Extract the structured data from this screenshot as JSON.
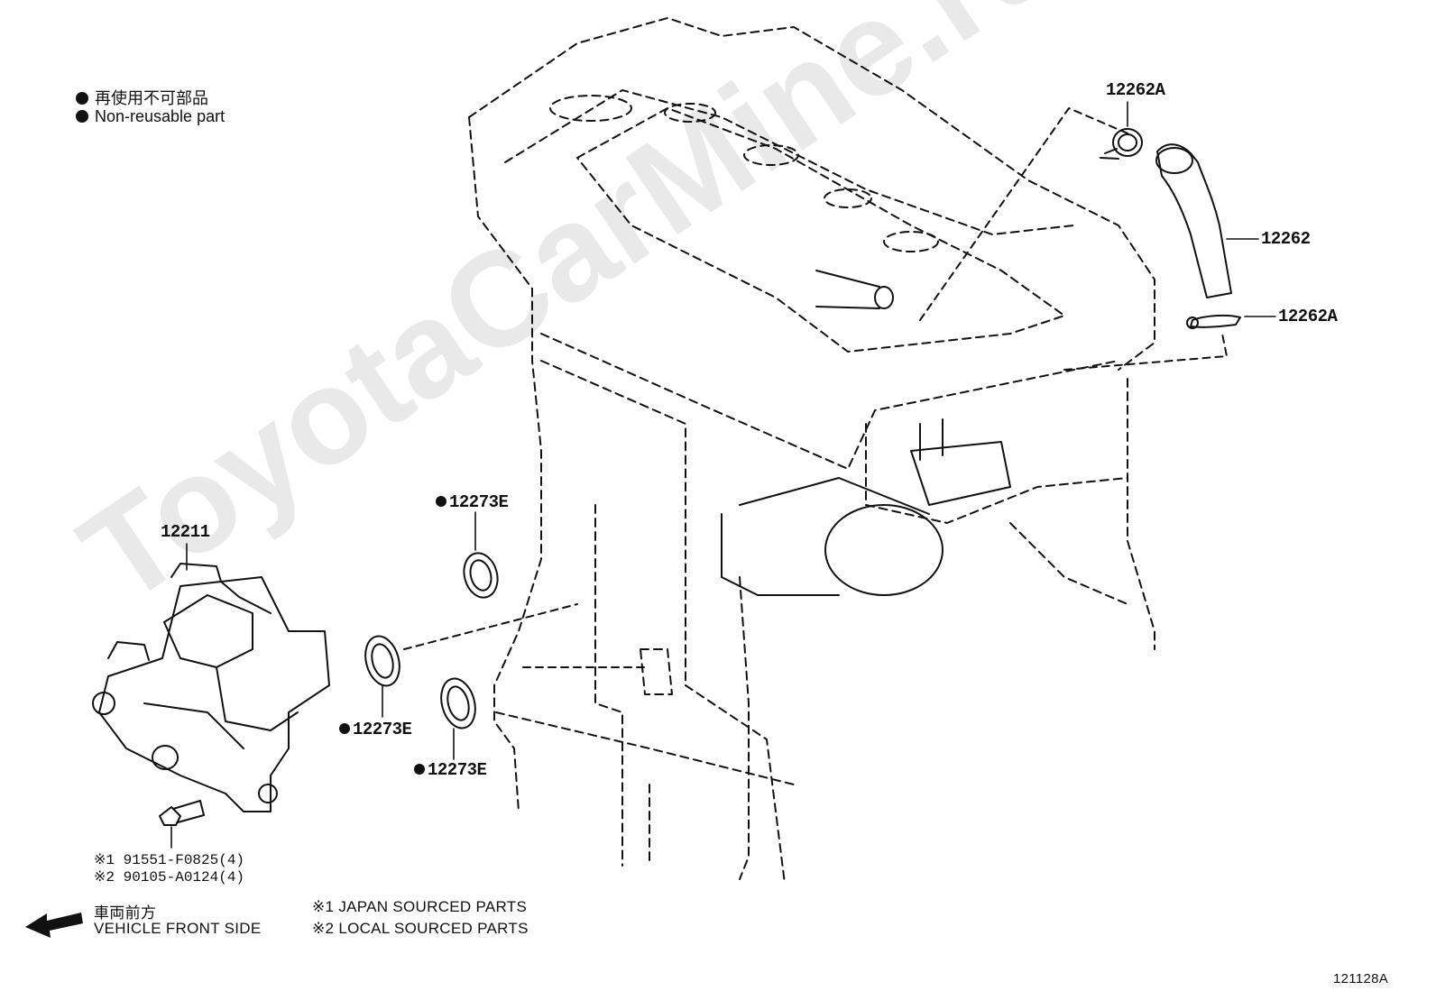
{
  "legend": {
    "line_jp": "再使用不可部品",
    "line_en": "Non-reusable part"
  },
  "callouts": {
    "clip_top": "12262A",
    "hose": "12262",
    "clip_bottom": "12262A",
    "gasket_upper": "12273E",
    "gasket_left": "12273E",
    "gasket_lower": "12273E",
    "manifold": "12211"
  },
  "bolt_notes": {
    "line1": "※1 91551-F0825(4)",
    "line2": "※2 90105-A0124(4)"
  },
  "front_side": {
    "jp": "車両前方",
    "en": "VEHICLE FRONT SIDE"
  },
  "sourcing": {
    "japan": "※1 JAPAN SOURCED PARTS",
    "local": "※2 LOCAL SOURCED PARTS"
  },
  "diagram_id": "121128A",
  "watermark": "ToyotaCarMine.ru",
  "colors": {
    "ink": "#111111",
    "watermark": "#e9e9e9",
    "background": "#ffffff"
  },
  "icons": [
    "bullet-dot",
    "front-arrow-icon"
  ]
}
